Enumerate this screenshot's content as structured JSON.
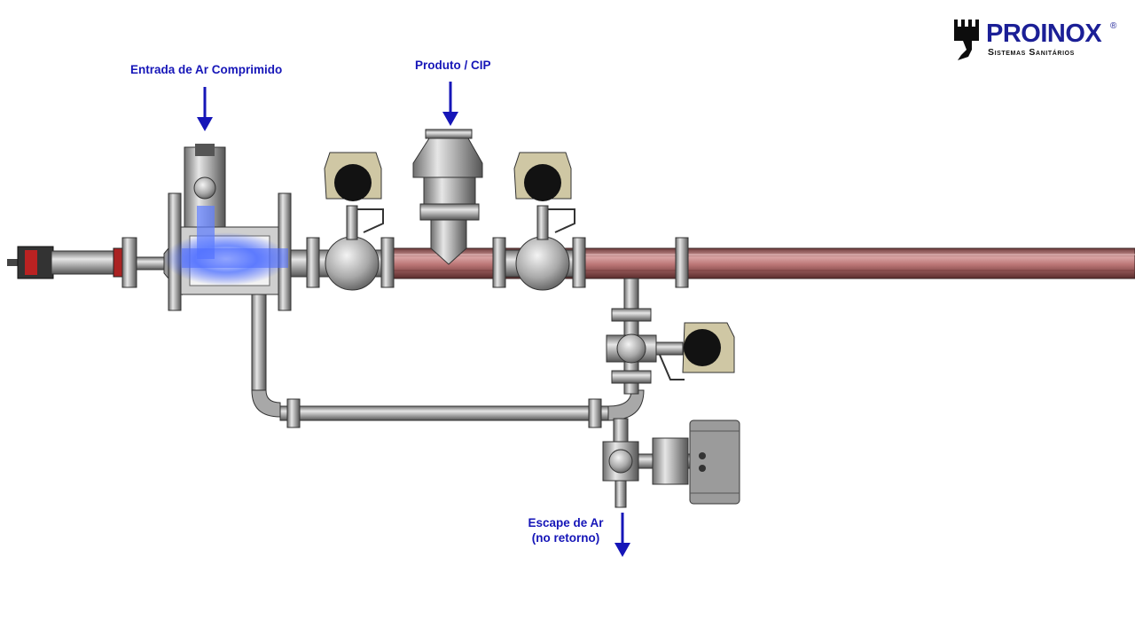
{
  "labels": {
    "air_inlet": "Entrada de Ar Comprimido",
    "product_cip": "Produto / CIP",
    "air_exhaust_line1": "Escape de Ar",
    "air_exhaust_line2": "(no retorno)"
  },
  "logo": {
    "brand": "PROINOX",
    "registered": "®",
    "tagline": "Sistemas Sanitários"
  },
  "colors": {
    "label_text": "#1616b8",
    "arrow": "#1616b8",
    "pipe_product": "#b56a6a",
    "steel": "#b8b8b8",
    "actuator": "#cfc7a4",
    "air_glow": "#4a6cff"
  }
}
